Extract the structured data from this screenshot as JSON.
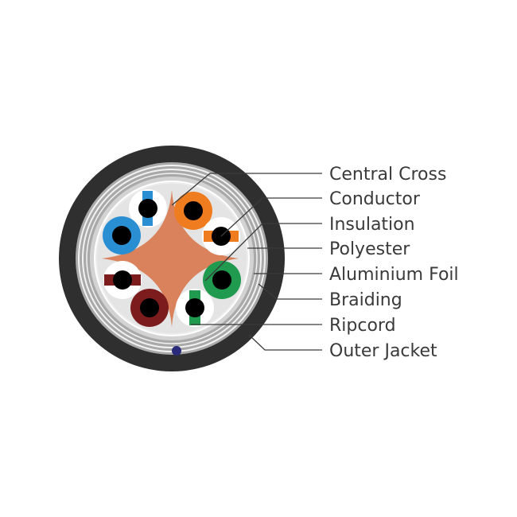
{
  "diagram": {
    "labels": [
      "Central Cross",
      "Conductor",
      "Insulation",
      "Polyester",
      "Aluminium Foil",
      "Braiding",
      "Ripcord",
      "Outer Jacket"
    ]
  },
  "colors": {
    "jacket": "#2f2f2f",
    "braiding": "#9a9a9a",
    "foil": "#cfcfcf",
    "core_background": "#e4e4e4",
    "cross": "#d9825b",
    "conductor": "#000000",
    "insulation": "#ffffff",
    "blue": "#2a8fd2",
    "orange": "#ef7d1f",
    "green": "#1f9a4e",
    "brown": "#7d1c1c",
    "ripcord": "#2a2a7a",
    "leader_lines": "#3a3a3a"
  }
}
